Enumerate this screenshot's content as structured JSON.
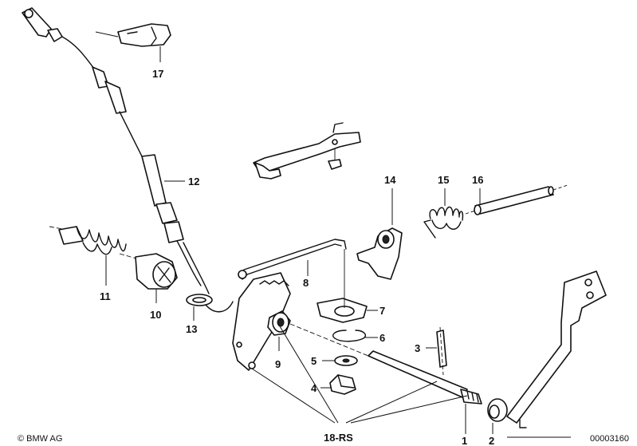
{
  "callouts": [
    {
      "id": "1",
      "label": "1"
    },
    {
      "id": "2",
      "label": "2"
    },
    {
      "id": "3",
      "label": "3"
    },
    {
      "id": "4",
      "label": "4"
    },
    {
      "id": "5",
      "label": "5"
    },
    {
      "id": "6",
      "label": "6"
    },
    {
      "id": "7",
      "label": "7"
    },
    {
      "id": "8",
      "label": "8"
    },
    {
      "id": "9",
      "label": "9"
    },
    {
      "id": "10",
      "label": "10"
    },
    {
      "id": "11",
      "label": "11"
    },
    {
      "id": "12",
      "label": "12"
    },
    {
      "id": "13",
      "label": "13"
    },
    {
      "id": "14",
      "label": "14"
    },
    {
      "id": "15",
      "label": "15"
    },
    {
      "id": "16",
      "label": "16"
    },
    {
      "id": "17",
      "label": "17"
    },
    {
      "id": "18",
      "label": "18-RS"
    }
  ],
  "footer": {
    "copyright": "© BMW AG",
    "diagram_number": "00003160"
  }
}
